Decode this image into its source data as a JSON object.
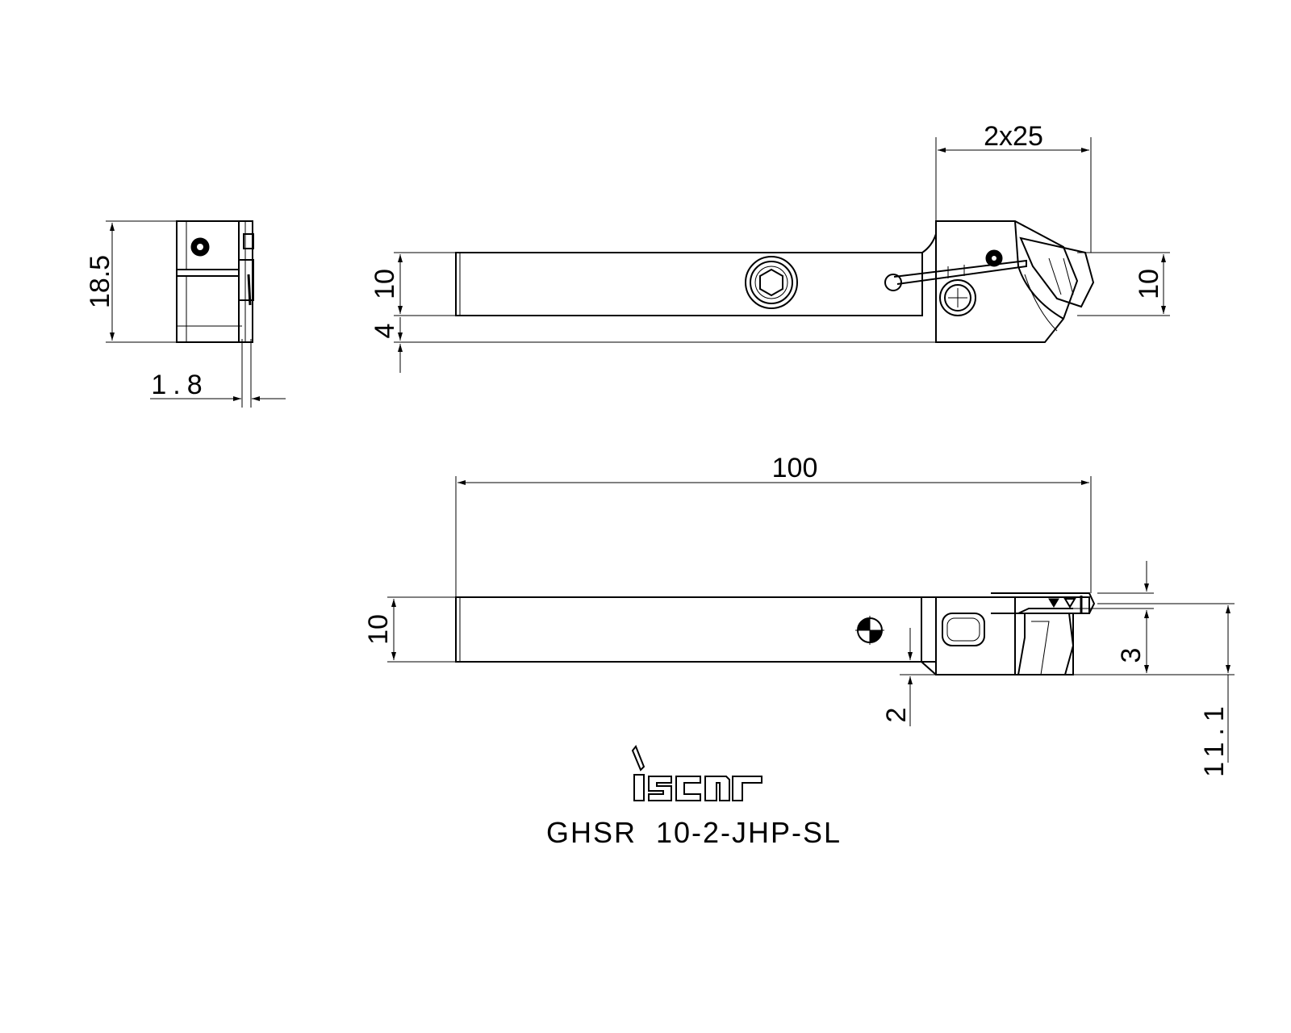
{
  "dimensions": {
    "end_view_height": "18.5",
    "end_view_offset": "1.8",
    "top_head_width": "2x25",
    "top_shank_left": "10",
    "top_offset_left": "4",
    "top_shank_right": "10",
    "overall_length": "100",
    "side_shank": "10",
    "side_offset": "2",
    "side_depth": "3",
    "side_height": "11.1"
  },
  "logo_text": "iscar",
  "part_number": "GHSR  10-2-JHP-SL"
}
